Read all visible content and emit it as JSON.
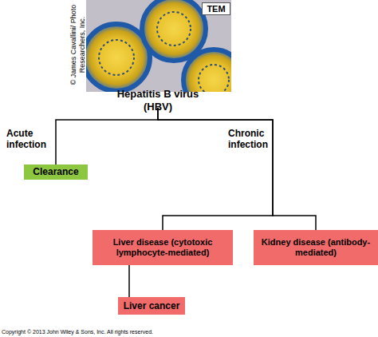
{
  "diagram": {
    "nodes": [
      {
        "text": [
          "Hepatitis B virus (HBV)"
        ]
      },
      {
        "text": [
          "Clearance"
        ]
      },
      {
        "text": [
          "Liver disease (cytotoxic lymphocyte-mediated)"
        ]
      },
      {
        "text": [
          "Kidney disease (antibody-mediated)"
        ]
      },
      {
        "text": [
          "Liver cancer"
        ]
      }
    ],
    "edges": [
      {
        "from": 0,
        "to": 1,
        "label": "Acute infection",
        "arrow": "none"
      },
      {
        "from": 0,
        "to": 2,
        "label": "Chronic infection",
        "arrow": "none"
      },
      {
        "from": 0,
        "to": 3,
        "arrow": "none"
      },
      {
        "from": 2,
        "to": 4,
        "arrow": "none"
      }
    ],
    "labels": [
      "TEM",
      "© James Cavallini/ Photo Researchers, Inc.",
      "Copyright © 2013 John Wiley & Sons, Inc. All rights reserved."
    ]
  }
}
